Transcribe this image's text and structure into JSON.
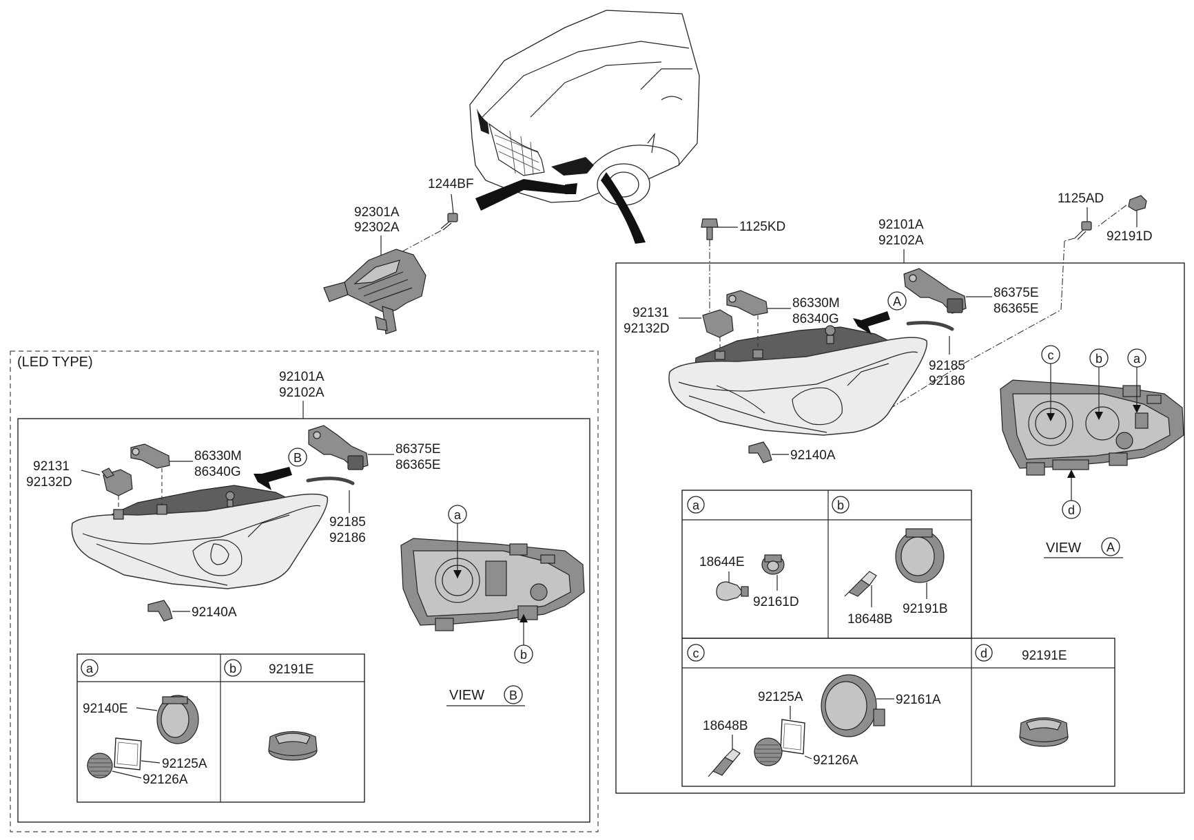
{
  "labels": {
    "bolt_top": "1244BF",
    "fog_top": "92301A",
    "fog_bot": "92302A",
    "led_type": "(LED TYPE)",
    "l_lamp_top": "92101A",
    "l_lamp_bot": "92102A",
    "l_86330M": "86330M",
    "l_86340G": "86340G",
    "l_86375E": "86375E",
    "l_86365E": "86365E",
    "l_92131": "92131",
    "l_92132D": "92132D",
    "l_92185": "92185",
    "l_92186": "92186",
    "l_92140A": "92140A",
    "l_view_word": "VIEW",
    "l_view_letter": "B",
    "l_arrow_letter": "B",
    "l_box_a": "a",
    "l_box_b": "b",
    "l_box_b_part": "92191E",
    "l_92140E": "92140E",
    "l_92125A": "92125A",
    "l_92126A": "92126A",
    "l_call_a": "a",
    "l_call_b": "b",
    "r_1125KD": "1125KD",
    "r_lamp_top": "92101A",
    "r_lamp_bot": "92102A",
    "r_1125AD": "1125AD",
    "r_92191D": "92191D",
    "r_86330M": "86330M",
    "r_86340G": "86340G",
    "r_86375E": "86375E",
    "r_86365E": "86365E",
    "r_92131": "92131",
    "r_92132D": "92132D",
    "r_92185": "92185",
    "r_92186": "92186",
    "r_92140A": "92140A",
    "r_arrow_letter": "A",
    "r_view_word": "VIEW",
    "r_view_letter": "A",
    "r_call_a": "a",
    "r_call_b": "b",
    "r_call_c": "c",
    "r_call_d": "d",
    "r_box_a": "a",
    "r_box_b": "b",
    "r_box_c": "c",
    "r_box_d": "d",
    "r_box_d_part": "92191E",
    "r_18644E": "18644E",
    "r_92161D": "92161D",
    "r_18648B_b": "18648B",
    "r_92191B": "92191B",
    "r_92125A": "92125A",
    "r_92161A": "92161A",
    "r_18648B_c": "18648B",
    "r_92126A": "92126A"
  },
  "colors": {
    "line": "#222222",
    "part_fill": "#8e8e8e",
    "lamp_fill": "#ececec",
    "background": "#ffffff"
  }
}
